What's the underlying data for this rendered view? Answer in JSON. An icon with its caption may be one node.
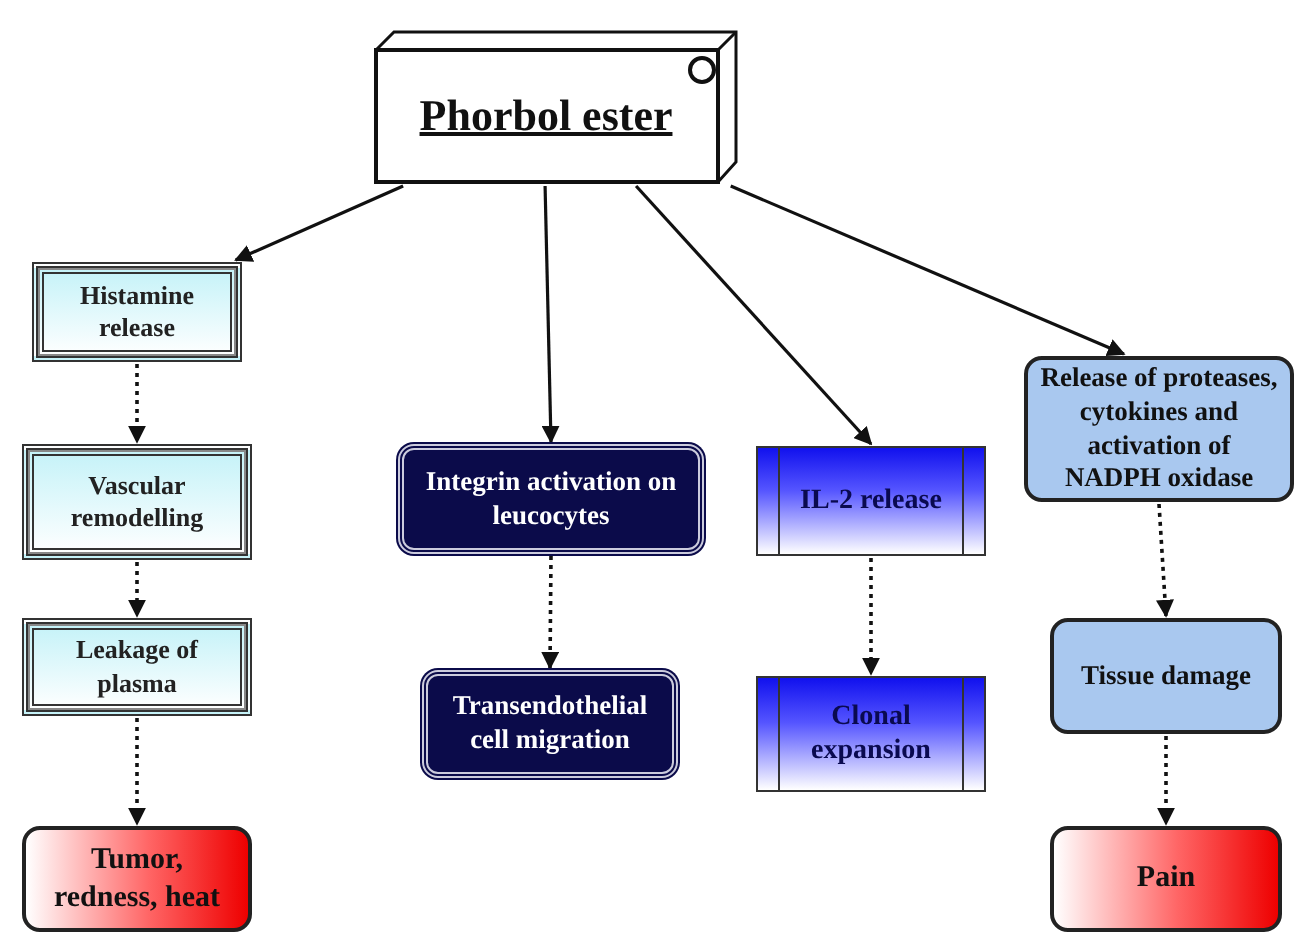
{
  "diagram": {
    "nodes": [
      {
        "text": [
          "Phorbol ester"
        ]
      },
      {
        "text": [
          "Histamine release"
        ]
      },
      {
        "text": [
          "Vascular remodelling"
        ]
      },
      {
        "text": [
          "Leakage of plasma"
        ]
      },
      {
        "text": [
          "Tumor, redness, heat"
        ]
      },
      {
        "text": [
          "Integrin activation on leucocytes"
        ]
      },
      {
        "text": [
          "Transendothelial cell migration"
        ]
      },
      {
        "text": [
          "IL-2 release"
        ]
      },
      {
        "text": [
          "Clonal expansion"
        ]
      },
      {
        "text": [
          "Release of proteases, cytokines and activation of NADPH oxidase"
        ]
      },
      {
        "text": [
          "Tissue damage"
        ]
      },
      {
        "text": [
          "Pain"
        ]
      }
    ],
    "edges": [
      {
        "from": 0,
        "to": 1,
        "arrow": "to"
      },
      {
        "from": 0,
        "to": 5,
        "arrow": "to"
      },
      {
        "from": 0,
        "to": 7,
        "arrow": "to"
      },
      {
        "from": 0,
        "to": 9,
        "arrow": "to"
      },
      {
        "from": 1,
        "to": 2,
        "arrow": "to",
        "style": "dashed"
      },
      {
        "from": 2,
        "to": 3,
        "arrow": "to",
        "style": "dashed"
      },
      {
        "from": 3,
        "to": 4,
        "arrow": "to",
        "style": "dashed"
      },
      {
        "from": 5,
        "to": 6,
        "arrow": "to",
        "style": "dashed"
      },
      {
        "from": 7,
        "to": 8,
        "arrow": "to",
        "style": "dashed"
      },
      {
        "from": 9,
        "to": 10,
        "arrow": "to",
        "style": "dashed"
      },
      {
        "from": 10,
        "to": 11,
        "arrow": "to",
        "style": "dashed"
      }
    ]
  }
}
